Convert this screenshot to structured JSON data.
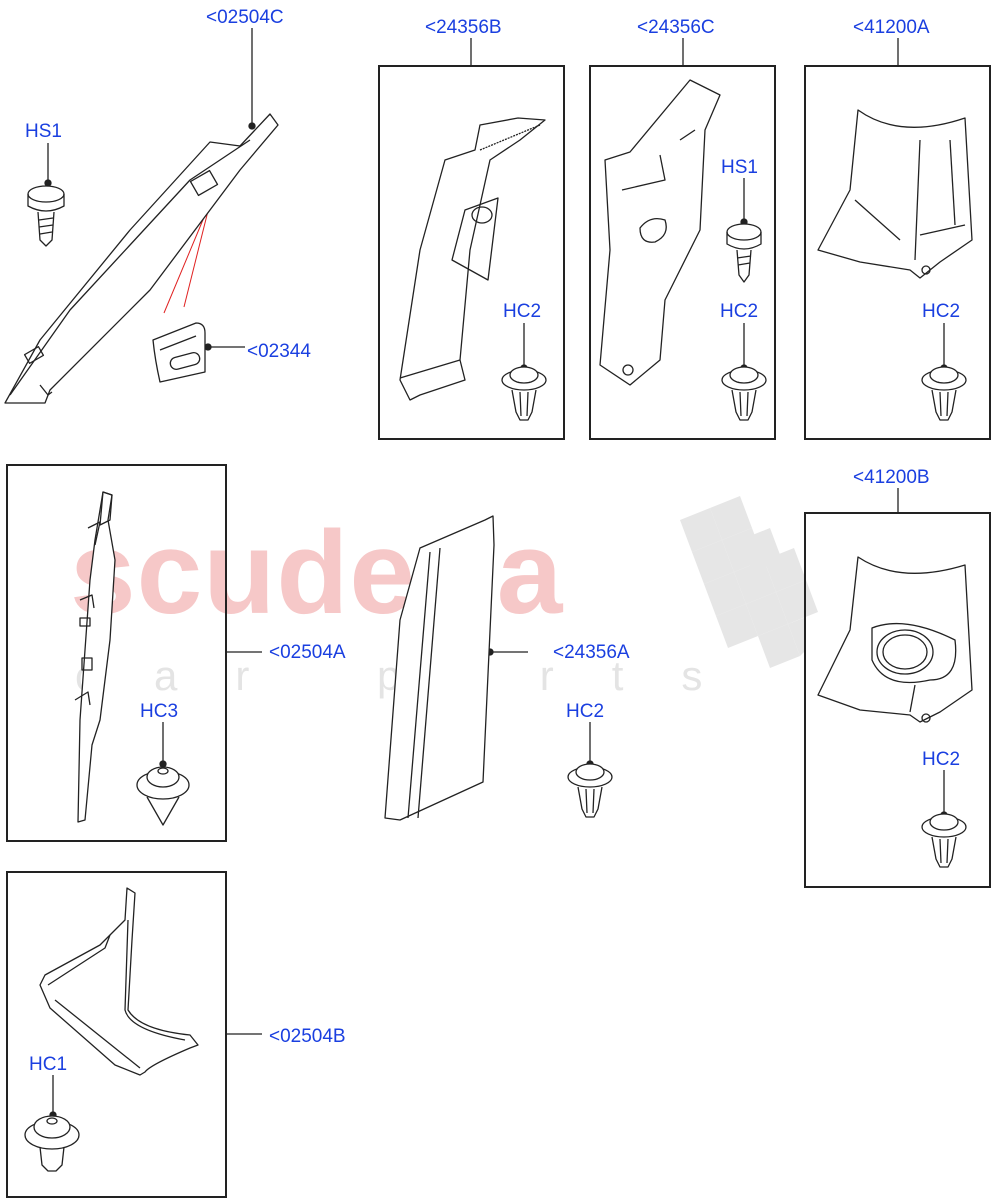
{
  "diagram": {
    "type": "exploded-parts-diagram",
    "subject": "Interior pillar trim panels and fasteners",
    "watermark": {
      "main": "scuderia",
      "sub": "car parts"
    },
    "colors": {
      "label": "#1a3fe0",
      "line": "#222222",
      "watermark_red": "#f6c8c8",
      "watermark_grey": "#e4e4e4",
      "reference_line": "#e02020"
    }
  },
  "callouts": {
    "c02504C": "<02504C",
    "c02344": "<02344",
    "hs1_a": "HS1",
    "c24356B": "<24356B",
    "hc2_b": "HC2",
    "c24356C": "<24356C",
    "hs1_c": "HS1",
    "hc2_c": "HC2",
    "c41200A": "<41200A",
    "hc2_41a": "HC2",
    "c02504A": "<02504A",
    "hc3": "HC3",
    "c24356A": "<24356A",
    "hc2_a": "HC2",
    "c41200B": "<41200B",
    "hc2_41b": "HC2",
    "c02504B": "<02504B",
    "hc1": "HC1"
  }
}
